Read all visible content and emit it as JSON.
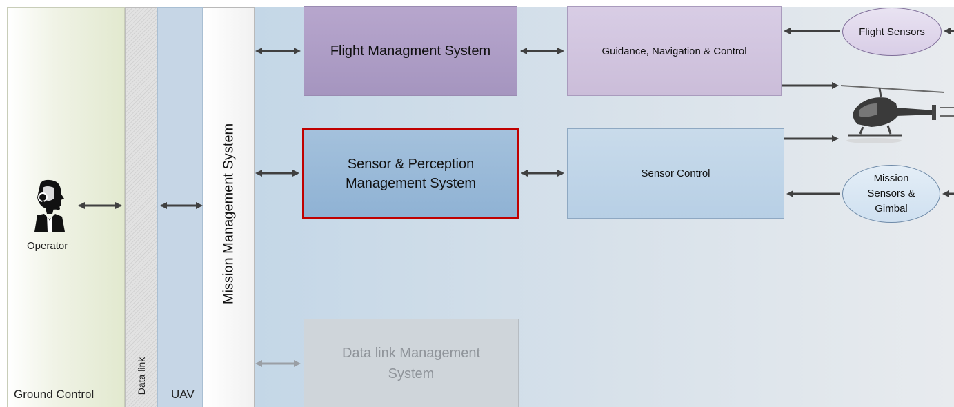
{
  "diagram": {
    "lanes": {
      "ground_control": "Ground Control",
      "data_link": "Data link",
      "uav": "UAV",
      "mission_management": "Mission Management System"
    },
    "boxes": {
      "flight_management": "Flight Managment System",
      "gnc": "Guidance, Navigation & Control",
      "sensor_perception_line1": "Sensor & Perception",
      "sensor_perception_line2": "Management System",
      "sensor_control": "Sensor Control",
      "data_link_mgmt_line1": "Data link Management",
      "data_link_mgmt_line2": "System"
    },
    "ellipses": {
      "flight_sensors": "Flight Sensors",
      "mission_sensors_line1": "Mission",
      "mission_sensors_line2": "Sensors &",
      "mission_sensors_line3": "Gimbal"
    },
    "operator_label": "Operator",
    "icons": [
      "operator-icon",
      "helicopter-icon"
    ],
    "colors": {
      "highlight": "#c00000",
      "flight_box": "#a595bf",
      "sensor_box": "#8fb2d4",
      "arrow": "#404040"
    }
  }
}
